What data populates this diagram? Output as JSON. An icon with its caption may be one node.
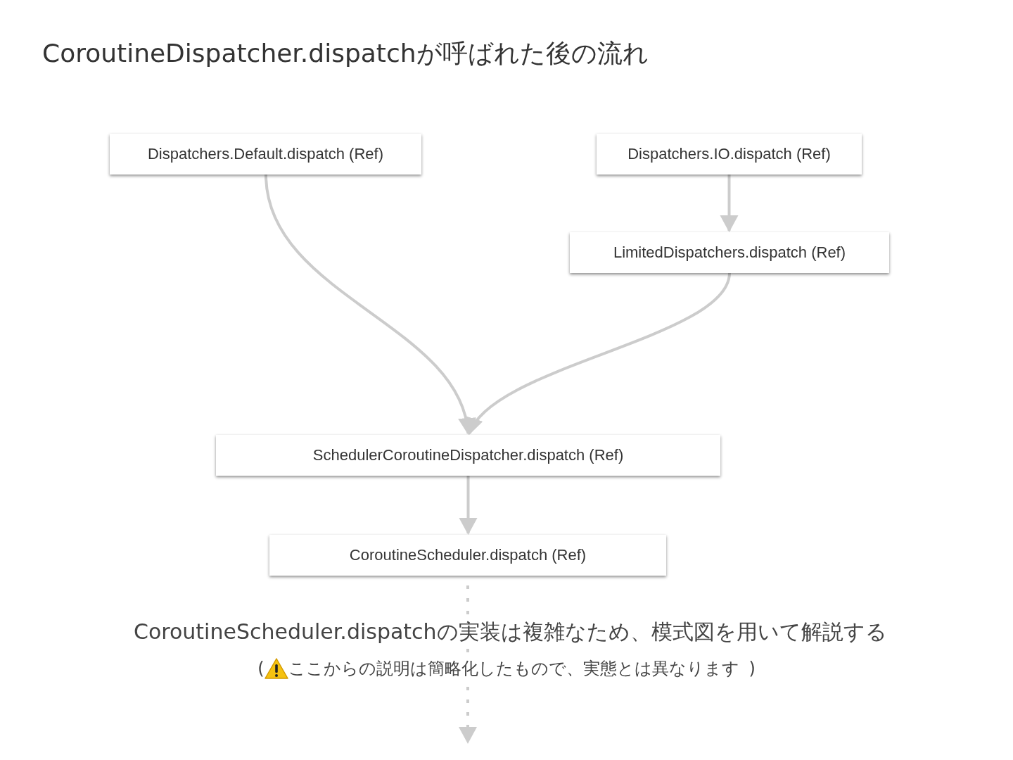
{
  "diagram": {
    "title": "CoroutineDispatcher.dispatchが呼ばれた後の流れ",
    "nodes": [
      {
        "text": [
          "Dispatchers.Default.dispatch (Ref)"
        ]
      },
      {
        "text": [
          "Dispatchers.IO.dispatch (Ref)"
        ]
      },
      {
        "text": [
          "LimitedDispatchers.dispatch (Ref)"
        ]
      },
      {
        "text": [
          "SchedulerCoroutineDispatcher.dispatch (Ref)"
        ]
      },
      {
        "text": [
          "CoroutineScheduler.dispatch (Ref)"
        ]
      }
    ],
    "edges": [
      {
        "from": 0,
        "to": 3,
        "arrow": "to"
      },
      {
        "from": 1,
        "to": 2,
        "arrow": "to"
      },
      {
        "from": 2,
        "to": 3,
        "arrow": "to"
      },
      {
        "from": 3,
        "to": 4,
        "arrow": "to"
      },
      {
        "from": 4,
        "to": null,
        "arrow": "to",
        "style": "dashed"
      }
    ],
    "labels": [
      "CoroutineScheduler.dispatchの実装は複雑なため、模式図を用いて解説する",
      "(",
      "ここからの説明は簡略化したもので、実態とは異なります",
      ")"
    ]
  }
}
